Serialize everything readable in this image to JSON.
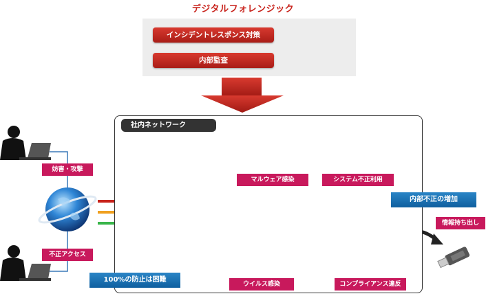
{
  "title": "デジタルフォレンジック",
  "top_items": [
    "インシデントレスポンス対策",
    "内部監査"
  ],
  "network_label": "社内ネットワーク",
  "labels": {
    "attack": "妨害・攻撃",
    "unauthorized_access": "不正アクセス",
    "malware": "マルウェア感染",
    "system_misuse": "システム不正利用",
    "virus": "ウイルス感染",
    "compliance": "コンプライアンス違反",
    "data_theft": "情報持ち出し"
  },
  "callouts": {
    "prevention": "100%の防止は困難",
    "insider": "内部不正の増加"
  },
  "colors": {
    "title_red": "#c8231c",
    "magenta": "#c8195c",
    "blue": "#1a6fb0",
    "line_blue": "#3a78b8"
  }
}
